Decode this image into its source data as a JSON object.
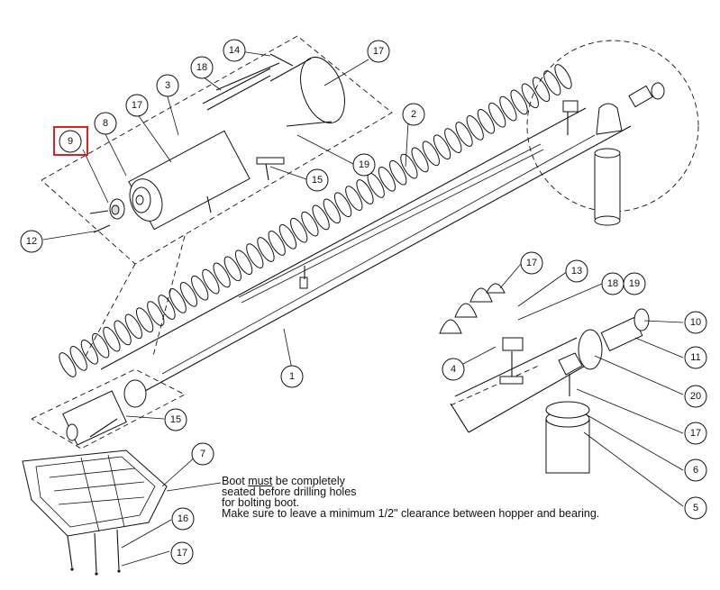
{
  "diagram": {
    "callouts": [
      {
        "id": "c1",
        "label": "1"
      },
      {
        "id": "c2",
        "label": "2"
      },
      {
        "id": "c3",
        "label": "3"
      },
      {
        "id": "c4",
        "label": "4"
      },
      {
        "id": "c5",
        "label": "5"
      },
      {
        "id": "c6",
        "label": "6"
      },
      {
        "id": "c7",
        "label": "7"
      },
      {
        "id": "c8",
        "label": "8"
      },
      {
        "id": "c9",
        "label": "9"
      },
      {
        "id": "c10",
        "label": "10"
      },
      {
        "id": "c11",
        "label": "11"
      },
      {
        "id": "c12",
        "label": "12"
      },
      {
        "id": "c13",
        "label": "13"
      },
      {
        "id": "c14",
        "label": "14"
      },
      {
        "id": "c15a",
        "label": "15"
      },
      {
        "id": "c15b",
        "label": "15"
      },
      {
        "id": "c16",
        "label": "16"
      },
      {
        "id": "c17a",
        "label": "17"
      },
      {
        "id": "c17b",
        "label": "17"
      },
      {
        "id": "c17c",
        "label": "17"
      },
      {
        "id": "c17d",
        "label": "17"
      },
      {
        "id": "c17e",
        "label": "17"
      },
      {
        "id": "c18a",
        "label": "18"
      },
      {
        "id": "c18b",
        "label": "18"
      },
      {
        "id": "c19a",
        "label": "19"
      },
      {
        "id": "c19b",
        "label": "19"
      },
      {
        "id": "c20",
        "label": "20"
      }
    ],
    "note": {
      "line1_prefix": "Boot ",
      "line1_emph": "must",
      "line1_suffix": " be completely",
      "line2": "seated before drilling holes",
      "line3": "for bolting boot.",
      "line4": "Make sure to leave a minimum 1/2\" clearance between hopper and bearing."
    },
    "highlight": {
      "target": "9",
      "color": "#e02020"
    }
  }
}
